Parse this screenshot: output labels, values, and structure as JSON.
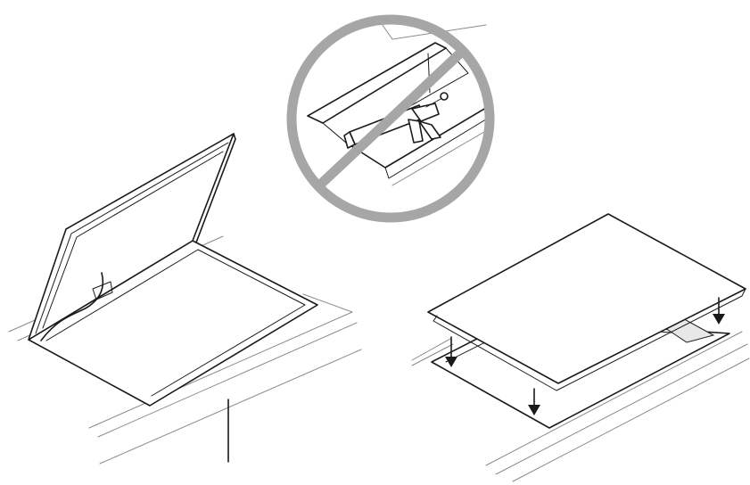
{
  "colors": {
    "line": "#1a1a1a",
    "prohibition_sign": "#a6a6a6",
    "sealant_strip": "#c8c8c8",
    "background": "#ffffff"
  },
  "figures": [
    {
      "id": "hinged-cooktop-open",
      "icon": "open-cooktop-illustration"
    },
    {
      "id": "no-sealant",
      "icon": "prohibition-sign-icon"
    },
    {
      "id": "lower-cooktop-into-cutout",
      "icon": "down-arrow-icon"
    }
  ]
}
